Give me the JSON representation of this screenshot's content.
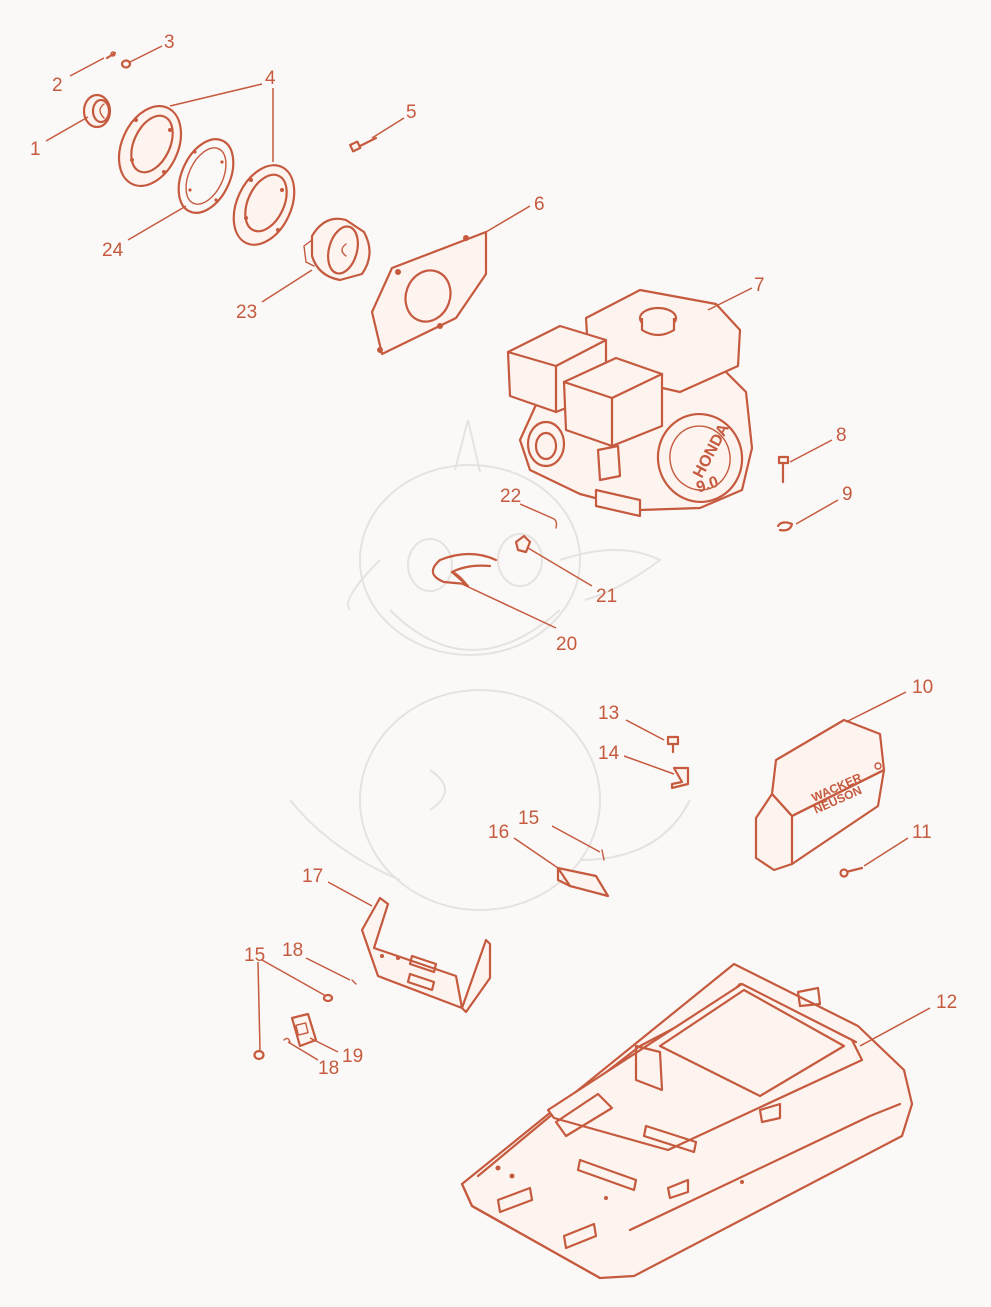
{
  "colors": {
    "ink": "#c55a3e",
    "background": "#fbf9f8",
    "watermark": "#e6e2df"
  },
  "engine_badge": {
    "brand": "HONDA",
    "model": "9.0"
  },
  "cover_badge": {
    "line1": "WACKER",
    "line2": "NEUSON"
  },
  "callouts": [
    {
      "id": "c1",
      "text": "1"
    },
    {
      "id": "c2",
      "text": "2"
    },
    {
      "id": "c3",
      "text": "3"
    },
    {
      "id": "c4",
      "text": "4"
    },
    {
      "id": "c5",
      "text": "5"
    },
    {
      "id": "c6",
      "text": "6"
    },
    {
      "id": "c7",
      "text": "7"
    },
    {
      "id": "c8",
      "text": "8"
    },
    {
      "id": "c9",
      "text": "9"
    },
    {
      "id": "c10",
      "text": "10"
    },
    {
      "id": "c11",
      "text": "11"
    },
    {
      "id": "c12",
      "text": "12"
    },
    {
      "id": "c13",
      "text": "13"
    },
    {
      "id": "c14",
      "text": "14"
    },
    {
      "id": "c15a",
      "text": "15"
    },
    {
      "id": "c15b",
      "text": "15"
    },
    {
      "id": "c16",
      "text": "16"
    },
    {
      "id": "c17",
      "text": "17"
    },
    {
      "id": "c18a",
      "text": "18"
    },
    {
      "id": "c18b",
      "text": "18"
    },
    {
      "id": "c19",
      "text": "19"
    },
    {
      "id": "c20",
      "text": "20"
    },
    {
      "id": "c21",
      "text": "21"
    },
    {
      "id": "c22",
      "text": "22"
    },
    {
      "id": "c23",
      "text": "23"
    },
    {
      "id": "c24",
      "text": "24"
    }
  ]
}
